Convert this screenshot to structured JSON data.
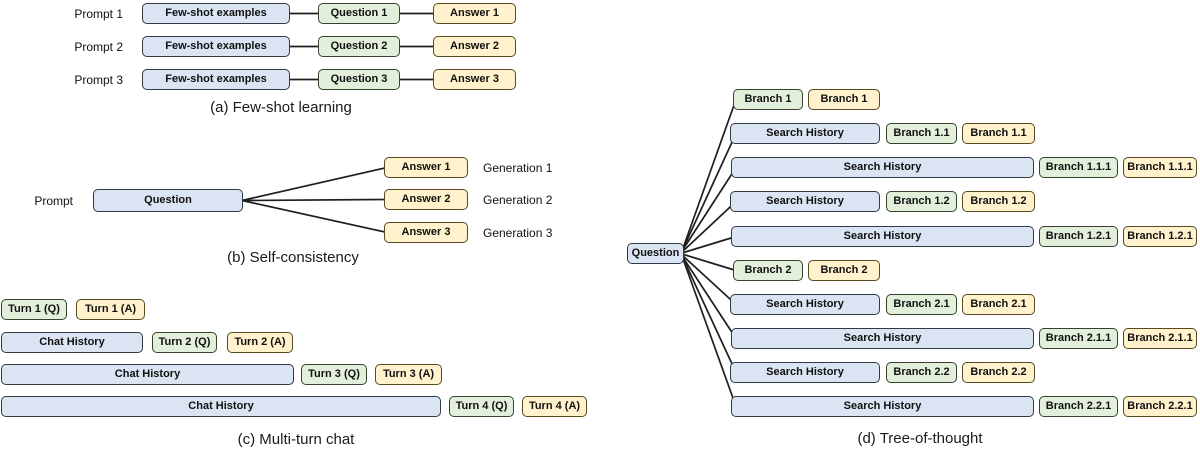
{
  "colors": {
    "context_fill": "#dae4f2",
    "question_fill": "#e2efda",
    "answer_fill": "#fff2cc",
    "line": "#1f1f1f"
  },
  "panels": {
    "a": {
      "caption": "(a) Few-shot learning",
      "rows": [
        {
          "label": "Prompt 1",
          "context": "Few-shot examples",
          "question": "Question 1",
          "answer": "Answer 1"
        },
        {
          "label": "Prompt 2",
          "context": "Few-shot examples",
          "question": "Question 2",
          "answer": "Answer 2"
        },
        {
          "label": "Prompt 3",
          "context": "Few-shot examples",
          "question": "Question 3",
          "answer": "Answer 3"
        }
      ]
    },
    "b": {
      "caption": "(b) Self-consistency",
      "prompt_label": "Prompt",
      "question": "Question",
      "rows": [
        {
          "answer": "Answer 1",
          "generation": "Generation 1"
        },
        {
          "answer": "Answer 2",
          "generation": "Generation 2"
        },
        {
          "answer": "Answer 3",
          "generation": "Generation 3"
        }
      ]
    },
    "c": {
      "caption": "(c) Multi-turn chat",
      "rows": [
        {
          "q": "Turn 1 (Q)",
          "a": "Turn 1 (A)"
        },
        {
          "history": "Chat History",
          "q": "Turn 2 (Q)",
          "a": "Turn 2 (A)"
        },
        {
          "history": "Chat History",
          "q": "Turn 3 (Q)",
          "a": "Turn 3 (A)"
        },
        {
          "history": "Chat History",
          "q": "Turn 4 (Q)",
          "a": "Turn 4 (A)"
        }
      ]
    },
    "d": {
      "caption": "(d) Tree-of-thought",
      "root": "Question",
      "rows": [
        {
          "q": "Branch 1",
          "a": "Branch 1"
        },
        {
          "history": "Search History",
          "q": "Branch 1.1",
          "a": "Branch 1.1"
        },
        {
          "history": "Search History",
          "q": "Branch 1.1.1",
          "a": "Branch 1.1.1"
        },
        {
          "history": "Search History",
          "q": "Branch 1.2",
          "a": "Branch 1.2"
        },
        {
          "history": "Search History",
          "q": "Branch 1.2.1",
          "a": "Branch 1.2.1"
        },
        {
          "q": "Branch 2",
          "a": "Branch 2"
        },
        {
          "history": "Search History",
          "q": "Branch 2.1",
          "a": "Branch 2.1"
        },
        {
          "history": "Search History",
          "q": "Branch 2.1.1",
          "a": "Branch 2.1.1"
        },
        {
          "history": "Search History",
          "q": "Branch 2.2",
          "a": "Branch 2.2"
        },
        {
          "history": "Search History",
          "q": "Branch 2.2.1",
          "a": "Branch 2.2.1"
        }
      ]
    }
  }
}
